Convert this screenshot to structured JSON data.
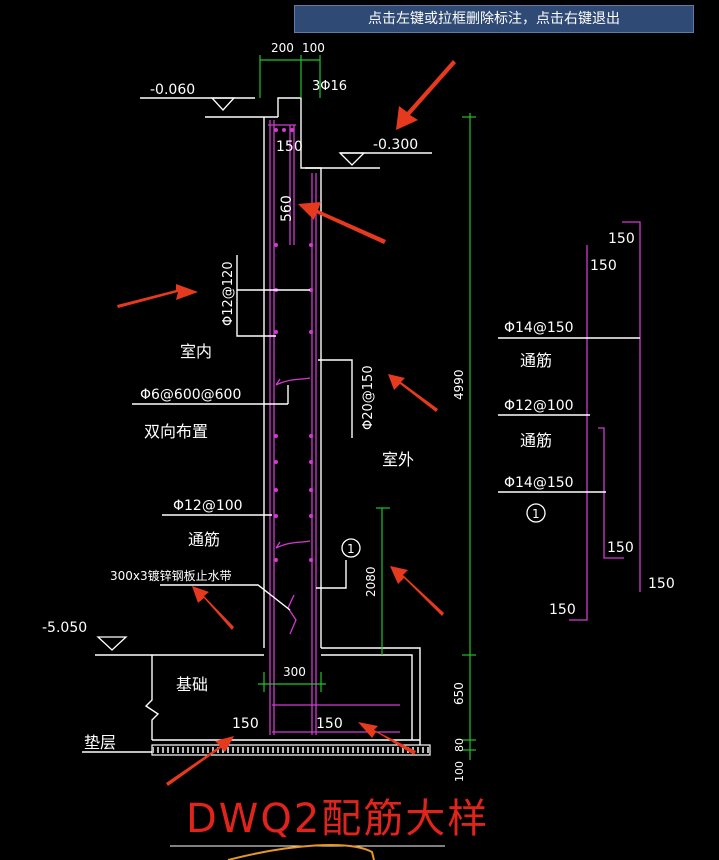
{
  "prompt": "点击左键或拉框删除标注，点击右键退出",
  "title": "DWQ2配筋大样",
  "colors": {
    "background": "#000000",
    "line": "#ffffff",
    "rebar": "#d23ad2",
    "dimension": "#22c22a",
    "title": "#e0241c",
    "arrow": "#e63a1e",
    "prompt_bg": "#2f4a75"
  },
  "elevations": {
    "top_left": "-0.060",
    "top_right": "-0.300",
    "bottom_left": "-5.050"
  },
  "dims": {
    "top_200": "200",
    "top_100": "100",
    "top_150": "150",
    "lap_560": "560",
    "mid_300": "300",
    "total_4990": "4990",
    "h_2080": "2080",
    "h_650": "650",
    "h_80": "80",
    "h_100": "100",
    "base_150_left": "150",
    "base_150_right": "150"
  },
  "labels": {
    "top_bars": "3Φ16",
    "inner_vertical": "Φ12@120",
    "indoor": "室内",
    "tie_bars": "Φ6@600@600",
    "tie_note": "双向布置",
    "outer_vertical": "Φ20@150",
    "outdoor": "室外",
    "horizontal": "Φ12@100",
    "horizontal_note": "通筋",
    "waterstop": "300x3镀锌钢板止水带",
    "marker": "1",
    "foundation": "基础",
    "cushion": "垫层"
  },
  "legend": {
    "bar1": "Φ14@150",
    "bar1_note": "通筋",
    "bar2": "Φ12@100",
    "bar2_note": "通筋",
    "bar3": "Φ14@150",
    "marker": "1",
    "d150_a": "150",
    "d150_b": "150",
    "d150_c": "150",
    "d150_d": "150",
    "d150_e": "150"
  }
}
